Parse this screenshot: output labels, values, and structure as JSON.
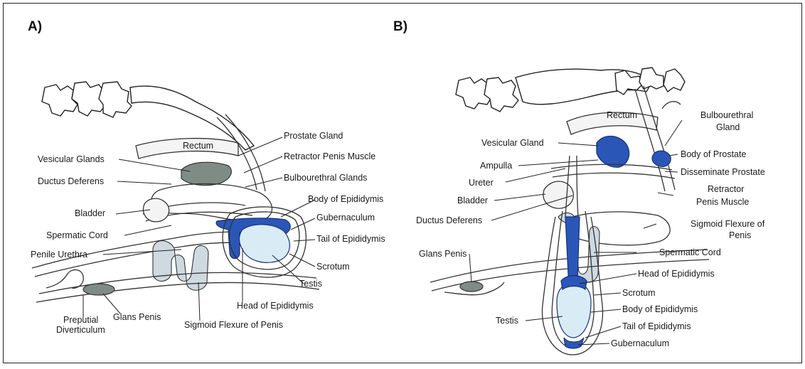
{
  "panels": [
    {
      "id": "A",
      "label": "A)",
      "structures": [
        "Prostate Gland",
        "Retractor Penis Muscle",
        "Vesicular Glands",
        "Bulbourethral Glands",
        "Ductus Deferens",
        "Body of Epididymis",
        "Bladder",
        "Gubernaculum",
        "Spermatic Cord",
        "Tail of Epididymis",
        "Penile Urethra",
        "Scrotum",
        "Testis",
        "Head of Epididymis",
        "Preputial",
        "Diverticulum",
        "Glans Penis",
        "Sigmoid Flexure of Penis",
        "Rectum"
      ]
    },
    {
      "id": "B",
      "label": "B)",
      "structures": [
        "Rectum",
        "Bulbourethral",
        "Gland",
        "Vesicular Gland",
        "Body of Prostate",
        "Ampulla",
        "Disseminate Prostate",
        "Ureter",
        "Bladder",
        "Retractor",
        "Penis Muscle",
        "Ductus Deferens",
        "Sigmoid Flexure of",
        "Penis",
        "Glans Penis",
        "Spermatic Cord",
        "Head of Epididymis",
        "Scrotum",
        "Testis",
        "Body of Epididymis",
        "Tail of Epididymis",
        "Gubernaculum"
      ]
    }
  ],
  "colors": {
    "epididymis_blue": "#2a57b7",
    "testis_light_blue": "#d9ecf6",
    "vesicular_grey": "#7f8c86",
    "outline": "#222222"
  }
}
